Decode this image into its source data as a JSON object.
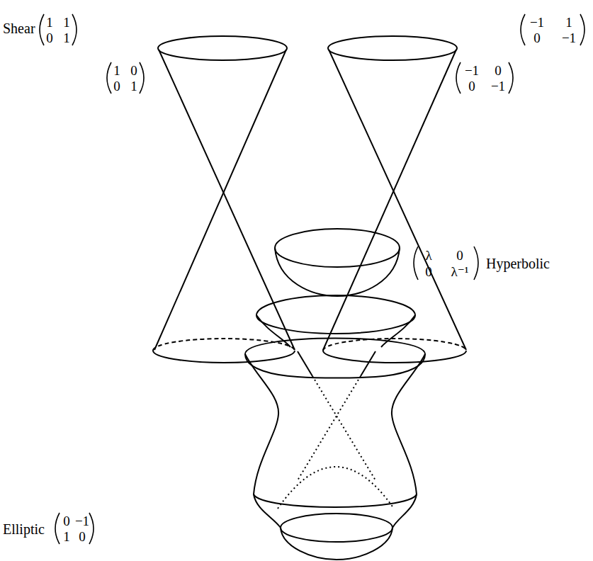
{
  "diagram": {
    "labels": [
      "Shear",
      "1",
      "1",
      "0",
      "1",
      "1",
      "0",
      "0",
      "1",
      "−1",
      "1",
      "0",
      "−1",
      "−1",
      "0",
      "0",
      "−1",
      "λ",
      "0",
      "0",
      "λ⁻¹",
      "Hyperbolic",
      "Elliptic",
      "0",
      "−1",
      "1",
      "0"
    ]
  }
}
